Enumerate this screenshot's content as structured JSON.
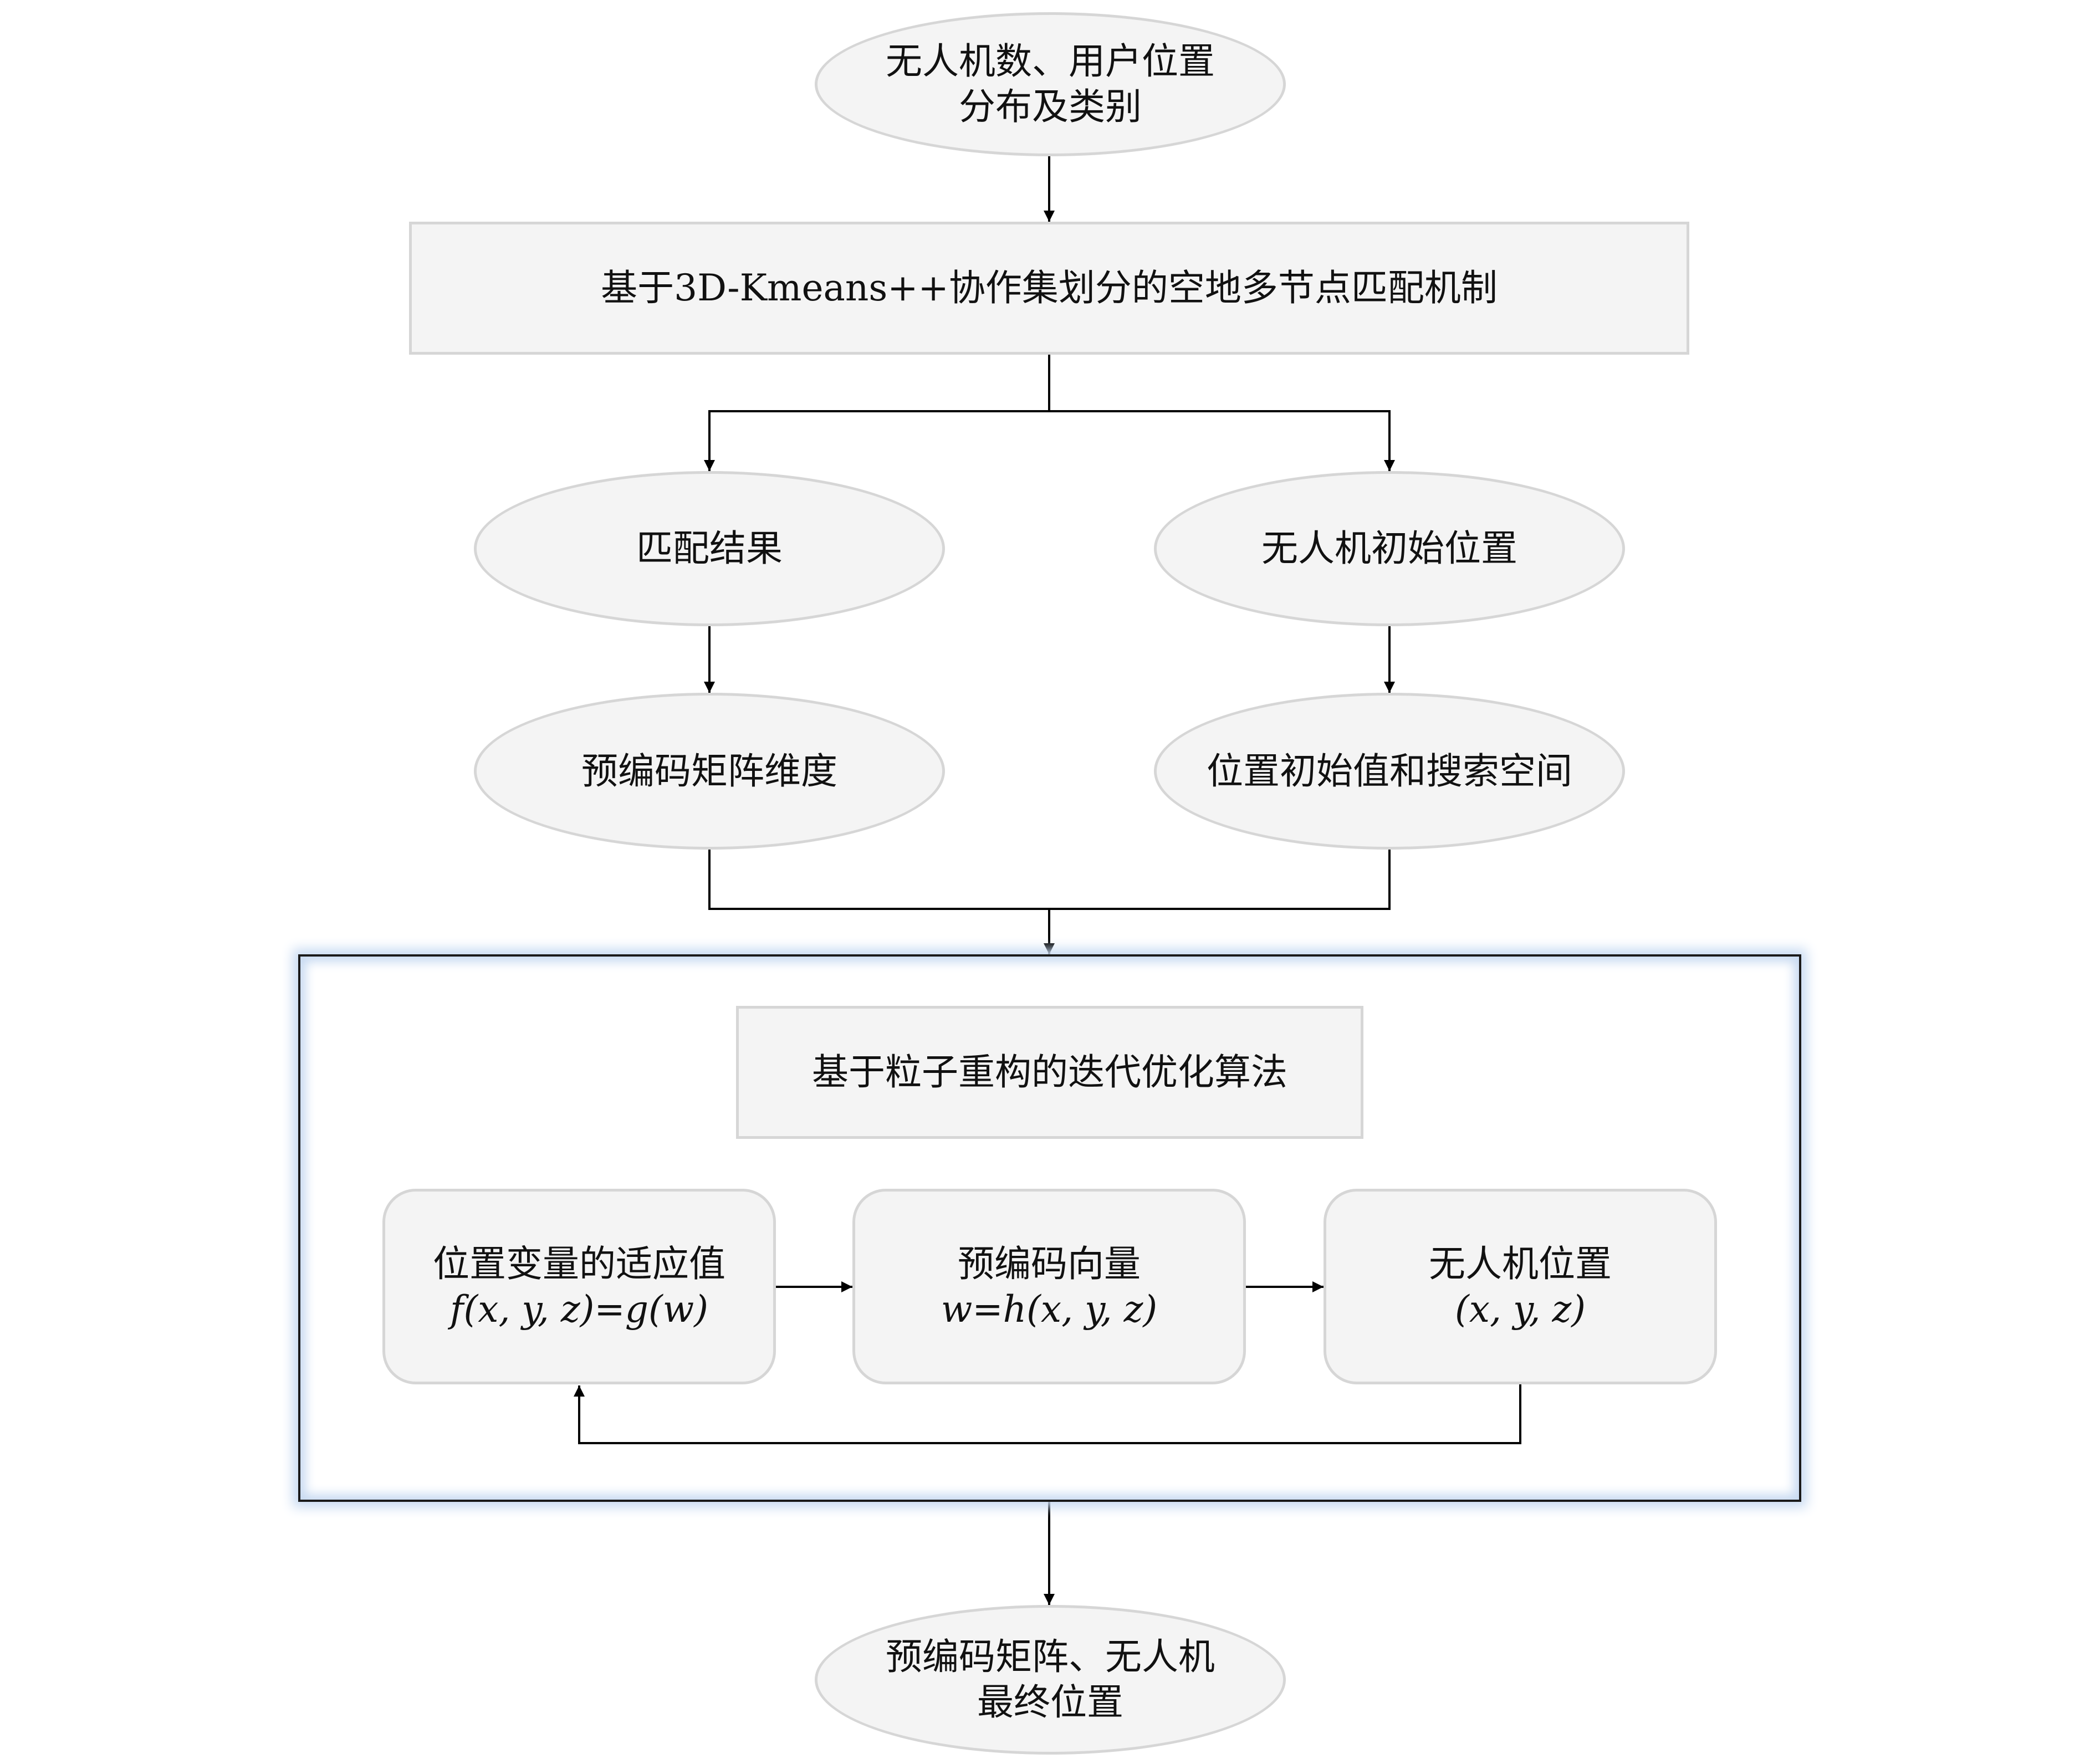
{
  "nodes": {
    "input": {
      "line1": "无人机数、用户位置",
      "line2": "分布及类别"
    },
    "matching": {
      "label": "基于3D-Kmeans++协作集划分的空地多节点匹配机制"
    },
    "match_result": {
      "label": "匹配结果"
    },
    "uav_init": {
      "label": "无人机初始位置"
    },
    "precoding_dim": {
      "label": "预编码矩阵维度"
    },
    "search_space": {
      "label": "位置初始值和搜索空间"
    },
    "algorithm": {
      "label": "基于粒子重构的迭代优化算法"
    },
    "fitness": {
      "line1": "位置变量的适应值",
      "line2": "f(x, y, z)=g(w)"
    },
    "precoding_vec": {
      "line1": "预编码向量",
      "line2": "w=h(x, y, z)"
    },
    "uav_pos": {
      "line1": "无人机位置",
      "line2": "(x, y, z)"
    },
    "output": {
      "line1": "预编码矩阵、无人机",
      "line2": "最终位置"
    }
  },
  "colors": {
    "node_fill": "#f4f4f4",
    "node_border": "#d6d6d6",
    "arrow": "#000000",
    "frame_border": "#1a1a1a",
    "frame_glow": "#c9dbf2"
  }
}
